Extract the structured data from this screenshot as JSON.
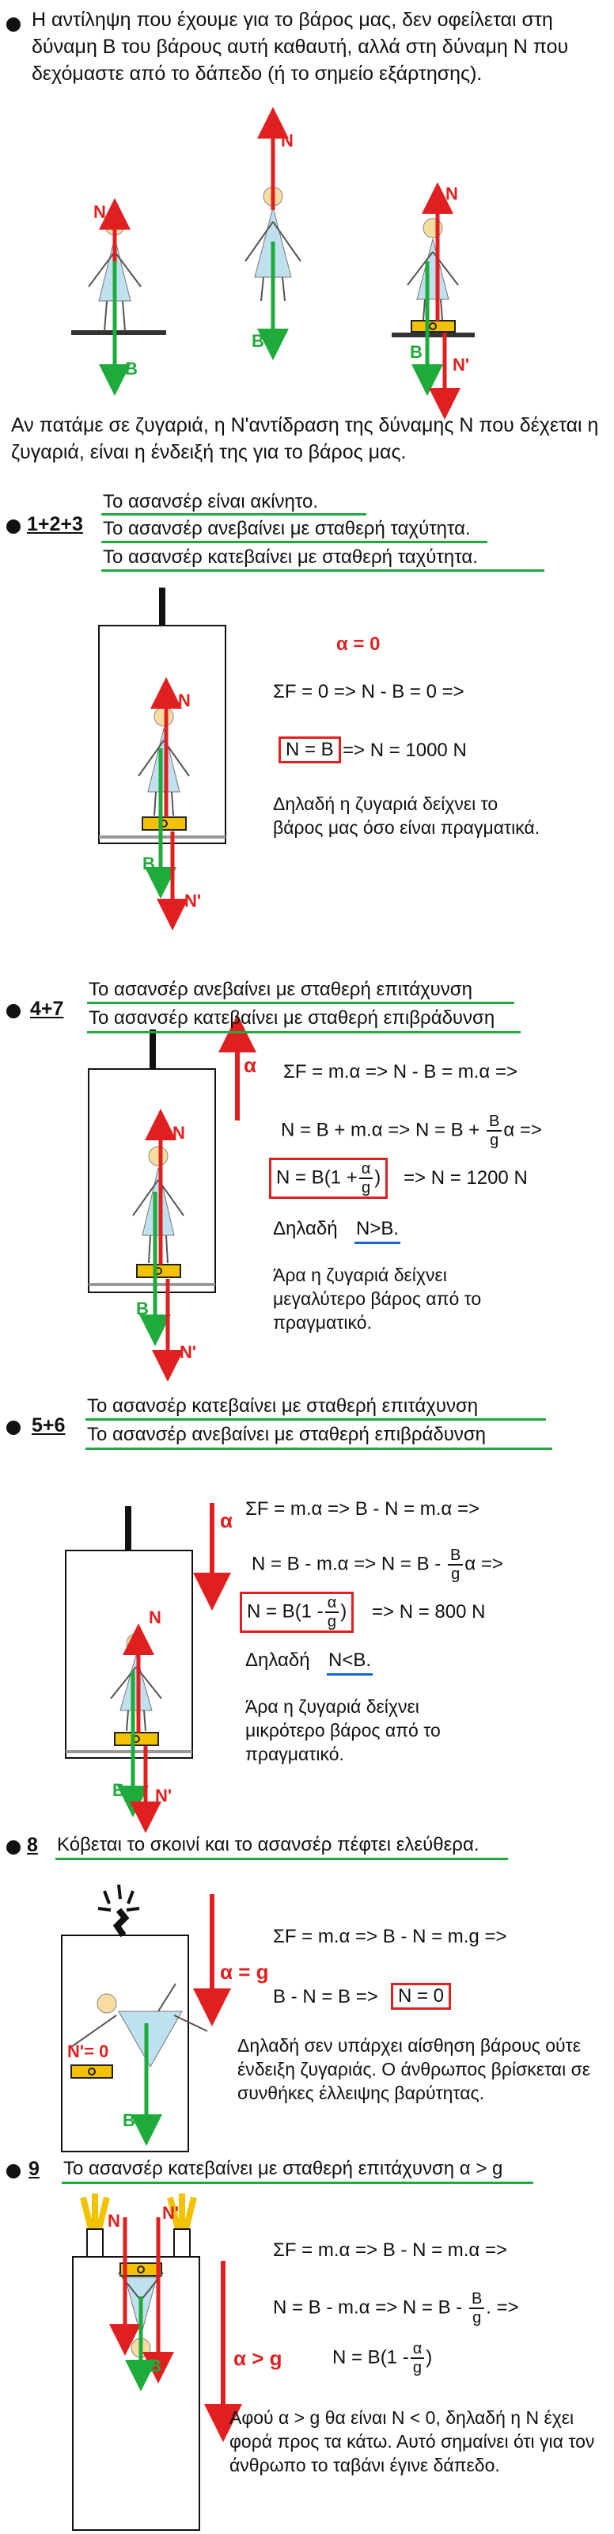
{
  "intro": {
    "text": "Η αντίληψη που έχουμε για το βάρος μας, δεν οφείλεται στη δύναμη Β του βάρους αυτή καθαυτή, αλλά στη δύναμη Ν που δεχόμαστε από το δάπεδο (ή το σημείο εξάρτησης).",
    "scale_note": "Αν πατάμε σε ζυγαριά, η  Ν'αντίδραση της δύναμης Ν που δέχεται η ζυγαριά, είναι η ένδειξή της για το βάρος μας."
  },
  "labels": {
    "N": "N",
    "B": "B",
    "Nprime": "N'"
  },
  "sections": {
    "s1": {
      "num": "1+2+3",
      "lines": [
        "Το ασανσέρ είναι ακίνητο.",
        "Το ασανσέρ ανεβαίνει με σταθερή ταχύτητα.",
        "Το ασανσέρ κατεβαίνει με σταθερή ταχύτητα."
      ],
      "accel": "α = 0",
      "eq1": "ΣF = 0 => N - B = 0 =>",
      "boxed": "N =  B",
      "eq2": "=> N = 1000 N",
      "note": "Δηλαδή η ζυγαριά δείχνει το βάρος μας όσο είναι πραγματικά."
    },
    "s2": {
      "num": "4+7",
      "lines": [
        "Το ασανσέρ ανεβαίνει με σταθερή επιτάχυνση",
        "Το ασανσέρ κατεβαίνει με σταθερή επιβράδυνση"
      ],
      "accel": "α",
      "eq1": "ΣF = m.α => N - B = m.α =>",
      "eq2a": "N = B + m.α => N = B +",
      "frac1": {
        "num": "B",
        "den": "g"
      },
      "eq2b": "α =>",
      "boxed_a": "N = B(1 +",
      "frac2": {
        "num": "α",
        "den": "g"
      },
      "boxed_b": ")",
      "eq3": "=> N = 1200 N",
      "ineq_label": "Δηλαδή",
      "ineq": "N>B.",
      "note": "Άρα η ζυγαριά δείχνει μεγαλύτερο βάρος από το πραγματικό."
    },
    "s3": {
      "num": "5+6",
      "lines": [
        "Το ασανσέρ κατεβαίνει με σταθερή επιτάχυνση",
        "Το ασανσέρ ανεβαίνει με σταθερή επιβράδυνση"
      ],
      "accel": "α",
      "eq1": "ΣF = m.α =>  B - N = m.α =>",
      "eq2a": "N = B - m.α => N = B -",
      "frac1": {
        "num": "B",
        "den": "g"
      },
      "eq2b": "α =>",
      "boxed_a": "N = B(1 -",
      "frac2": {
        "num": "α",
        "den": "g"
      },
      "boxed_b": ")",
      "eq3": "=> N = 800 N",
      "ineq_label": "Δηλαδή",
      "ineq": "N<B.",
      "note": "Άρα η ζυγαριά δείχνει μικρότερο βάρος από το πραγματικό."
    },
    "s4": {
      "num": "8",
      "lines": [
        "Κόβεται το σκοινί και το ασανσέρ πέφτει ελεύθερα."
      ],
      "accel": "α = g",
      "nzero": "N'= 0",
      "eq1": "ΣF = m.α =>  B - N = m.g =>",
      "eq2": "B - N = B  =>",
      "boxed": "N = 0",
      "note": "Δηλαδή σεν υπάρχει αίσθηση βάρους ούτε ένδειξη ζυγαριάς. Ο άνθρωπος βρίσκεται σε συνθήκες έλλειψης βαρύτητας."
    },
    "s5": {
      "num": "9",
      "lines": [
        "Το ασανσέρ κατεβαίνει με σταθερή επιτάχυνση α > g"
      ],
      "accel": "α > g",
      "eq1": "ΣF = m.α =>  B - N = m.α  =>",
      "eq2a": "N = B - m.α => N = B -",
      "frac1": {
        "num": "B",
        "den": "g"
      },
      "eq2b": ".    =>",
      "eq3a": "N = B(1 -",
      "frac2": {
        "num": "α",
        "den": "g"
      },
      "eq3b": ")",
      "note": "Αφού α > g θα είναι N < 0, δηλαδή η Ν έχει φορά προς τα κάτω. Αυτό σημαίνει ότι για τον άνθρωπο το ταβάνι έγινε δάπεδο."
    }
  },
  "colors": {
    "red": "#e02020",
    "green": "#1faa3c",
    "blue": "#1565d8",
    "yellow": "#f2c200",
    "body": "#bfe0ee",
    "head": "#f7dda0"
  }
}
